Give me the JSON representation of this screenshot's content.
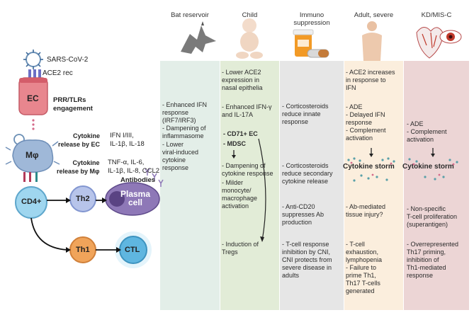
{
  "left_panel": {
    "virus_label": "SARS-CoV-2",
    "receptor_label": "ACE2 rec",
    "ec_cell": "EC",
    "prr_label": "PRR/TLRs\nengagement",
    "cytokine_ec_label": "Cytokine\nrelease by EC",
    "cytokine_ec_values": "IFN I/III,\nIL-1β, IL-18",
    "mphi_cell": "Mφ",
    "cytokine_mphi_label": "Cytokine\nrelease by Mφ",
    "cytokine_mphi_values": "TNF-α, IL-6,\nIL-1β, IL-8, CCL2",
    "antibodies_label": "Antibodies",
    "cd4_cell": "CD4+",
    "th2_cell": "Th2",
    "plasma_cell": "Plasma\ncell",
    "th1_cell": "Th1",
    "ctl_cell": "CTL"
  },
  "columns": [
    {
      "header": "Bat  reservoir",
      "color": "#e3eee8",
      "items": [
        "- Enhanced IFN\nresponse\n(IRF7/IRF3)",
        "- Dampening of\ninflammasome",
        "- Lower\nviral-induced\ncytokine\nresponse"
      ]
    },
    {
      "header": "Child",
      "color": "#e2ecd7",
      "items": [
        "- Lower ACE2\nexpression in\nnasal epithelia",
        "- Enhanced IFN-γ\nand IL-17A",
        "- CD71+ EC",
        "- MDSC",
        "- Dampening of\ncytokine response",
        "- Milder\nmonocyte/\nmacrophage\nactivation",
        "- Induction of\nTregs"
      ]
    },
    {
      "header": "Immuno\nsuppression",
      "color": "#e6e6e6",
      "items": [
        "- Corticosteroids\nreduce innate\nresponse",
        "- Corticosteroids\nreduce secondary\ncytokine release",
        "- Anti-CD20\nsuppresses Ab\nproduction",
        "- T-cell response\ninhibition by CNI,\nCNI protects from\nsevere disease in\nadults"
      ]
    },
    {
      "header": "Adult, severe",
      "color": "#fbeedd",
      "items": [
        "- ACE2 increases\nin response to\nIFN",
        "- ADE\n- Delayed IFN\nresponse\n- Complement\nactivation",
        "Cytokine storm",
        "- Ab-mediated\ntissue injury?",
        "- T-cell\nexhaustion,\nlymphopenia\n- Failure to\nprime Th1,\nTh17 T-cells\ngenerated"
      ]
    },
    {
      "header": "KD/MIS-C",
      "color": "#ecd5d5",
      "items": [
        "- ADE\n- Complement\nactivation",
        "Cytokine storm",
        "- Non-specific\nT-cell proliferation\n(superantigen)",
        "- Overrepresented\nTh17 priming,\ninhibition of\nTh1-mediated\nresponse"
      ]
    }
  ]
}
